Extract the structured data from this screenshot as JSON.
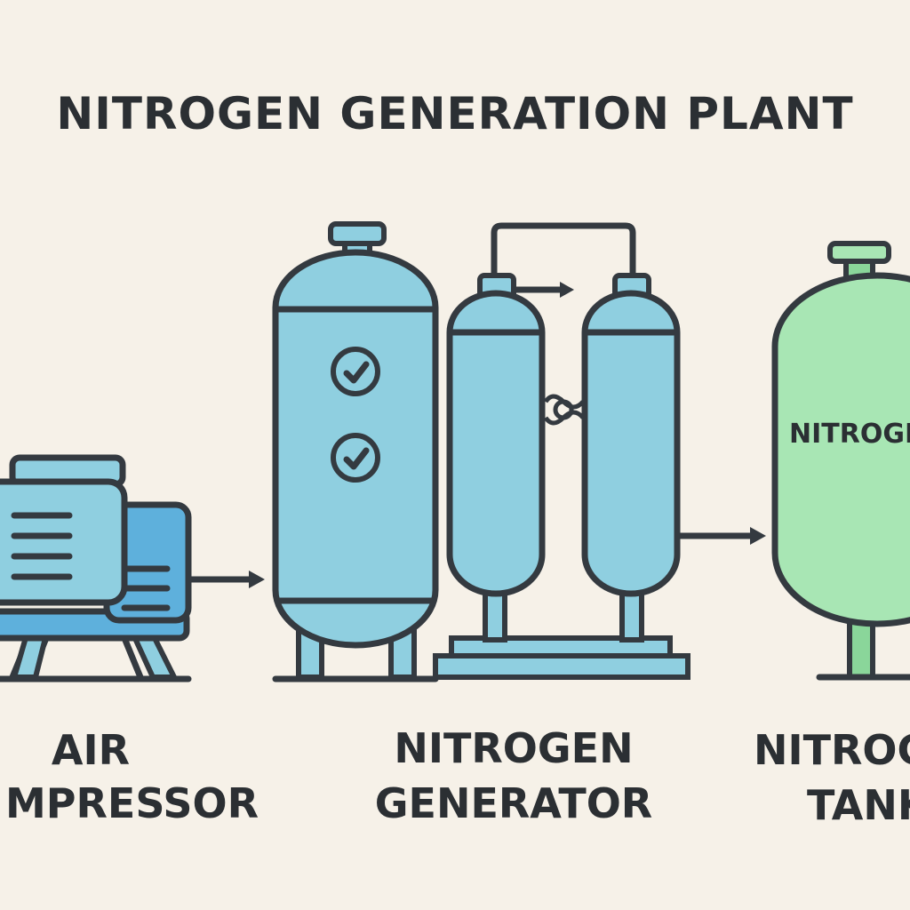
{
  "title": "NITROGEN GENERATION PLANT",
  "components": {
    "air_compressor": {
      "label_line1": "AIR",
      "label_line2": "MPRESSOR"
    },
    "nitrogen_generator": {
      "label_line1": "NITROGEN",
      "label_line2": "GENERATOR"
    },
    "nitrogen_tank": {
      "label_line1": "NITROG",
      "label_line2": "TANK",
      "tank_text": "NITROGE"
    }
  },
  "colors": {
    "background": "#f6f1e8",
    "outline": "#343a40",
    "vessel_blue": "#8fcfe0",
    "motor_blue": "#5eb0dc",
    "tank_green": "#a8e6b4",
    "leg_green": "#8ad69a"
  }
}
